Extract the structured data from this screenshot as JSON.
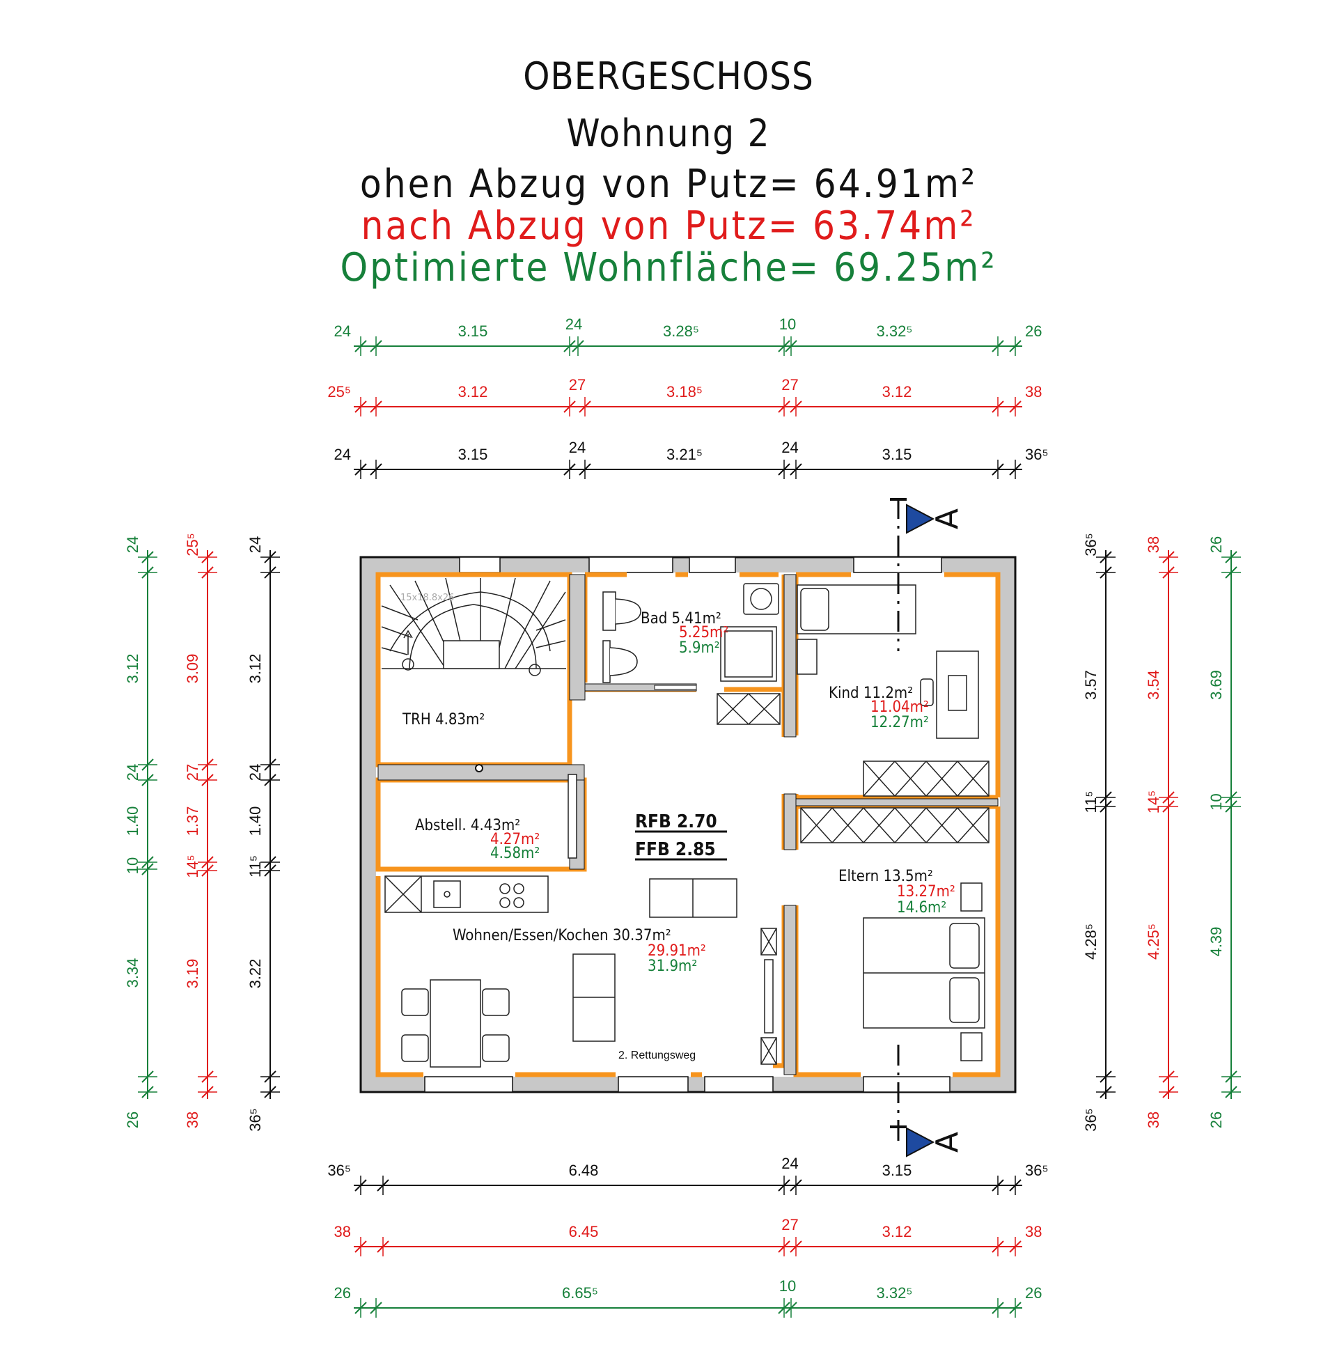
{
  "header": {
    "floor": "OBERGESCHOSS",
    "unit": "Wohnung 2",
    "gross": "ohen Abzug von Putz= 64.91m²",
    "net": "nach Abzug von Putz= 63.74m²",
    "optimized": "Optimierte Wohnfläche= 69.25m²"
  },
  "colors": {
    "black": "#111111",
    "red": "#e01b1b",
    "green": "#16803a",
    "wall_orange": "#f7941d",
    "wall_grey": "#c8c8c8",
    "section_marker": "#1e4aa0"
  },
  "dims_top": {
    "green": [
      "24",
      "3.15",
      "24",
      "3.28⁵",
      "10",
      "3.32⁵",
      "26"
    ],
    "red": [
      "25⁵",
      "3.12",
      "27",
      "3.18⁵",
      "27",
      "3.12",
      "38"
    ],
    "black": [
      "24",
      "3.15",
      "24",
      "3.21⁵",
      "24",
      "3.15",
      "36⁵"
    ]
  },
  "dims_bottom": {
    "black": [
      "36⁵",
      "6.48",
      "24",
      "3.15",
      "36⁵"
    ],
    "red": [
      "38",
      "6.45",
      "27",
      "3.12",
      "38"
    ],
    "green": [
      "26",
      "6.65⁵",
      "10",
      "3.32⁵",
      "26"
    ]
  },
  "dims_left": {
    "green": [
      "24",
      "3.12",
      "24",
      "1.40",
      "10",
      "3.34",
      "26"
    ],
    "red": [
      "25⁵",
      "3.09",
      "27",
      "1.37",
      "14⁵",
      "3.19",
      "38"
    ],
    "black": [
      "24",
      "3.12",
      "24",
      "1.40",
      "11⁵",
      "3.22",
      "36⁵"
    ]
  },
  "dims_right": {
    "black": [
      "36⁵",
      "3.57",
      "11⁵",
      "4.28⁵",
      "36⁵"
    ],
    "red": [
      "38",
      "3.54",
      "14⁵",
      "4.25⁵",
      "38"
    ],
    "green": [
      "26",
      "3.69",
      "10",
      "4.39",
      "26"
    ]
  },
  "rooms": {
    "trh": {
      "name": "TRH 4.83m²"
    },
    "bad": {
      "name": "Bad 5.41m²",
      "net": "5.25m²",
      "opt": "5.9m²"
    },
    "kind": {
      "name": "Kind 11.2m²",
      "net": "11.04m²",
      "opt": "12.27m²"
    },
    "abstell": {
      "name": "Abstell. 4.43m²",
      "net": "4.27m²",
      "opt": "4.58m²"
    },
    "wohnen": {
      "name": "Wohnen/Essen/Kochen 30.37m²",
      "net": "29.91m²",
      "opt": "31.9m²"
    },
    "eltern": {
      "name": "Eltern 13.5m²",
      "net": "13.27m²",
      "opt": "14.6m²"
    }
  },
  "levels": {
    "rfb": "RFB 2.70",
    "ffb": "FFB 2.85"
  },
  "stair_label": "15x18.8x26",
  "rescue_label": "2. Rettungsweg",
  "section_letter": "A"
}
